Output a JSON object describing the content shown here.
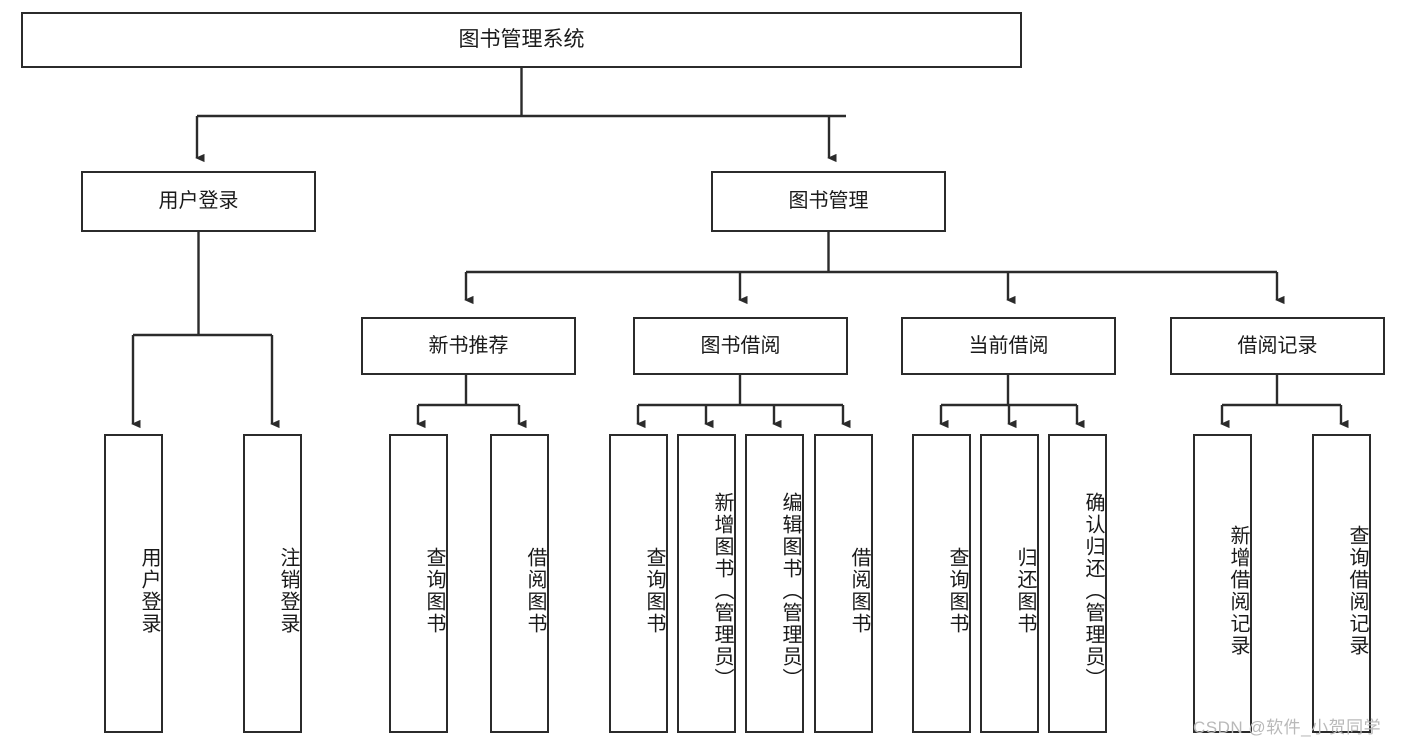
{
  "diagram": {
    "title": "图书管理系统",
    "type": "tree-hierarchy-chart",
    "colors": {
      "box_border": "#2b2b2b",
      "box_fill": "#ffffff",
      "connector": "#2b2b2b",
      "text": "#1a1a1a",
      "watermark": "#b9b9b9",
      "background": "#ffffff"
    },
    "root": {
      "label": "图书管理系统"
    },
    "level2": [
      {
        "label": "用户登录"
      },
      {
        "label": "图书管理"
      }
    ],
    "level3": [
      {
        "label": "新书推荐"
      },
      {
        "label": "图书借阅"
      },
      {
        "label": "当前借阅"
      },
      {
        "label": "借阅记录"
      }
    ],
    "leaves": {
      "user_login": [
        {
          "label": "用户登录"
        },
        {
          "label": "注销登录"
        }
      ],
      "new_book_recommend": [
        {
          "label": "查询图书"
        },
        {
          "label": "借阅图书"
        }
      ],
      "book_borrow": [
        {
          "label": "查询图书"
        },
        {
          "label": "新增图书（管理员）"
        },
        {
          "label": "编辑图书（管理员）"
        },
        {
          "label": "借阅图书"
        }
      ],
      "current_borrow": [
        {
          "label": "查询图书"
        },
        {
          "label": "归还图书"
        },
        {
          "label": "确认归还（管理员）"
        }
      ],
      "borrow_record": [
        {
          "label": "新增借阅记录"
        },
        {
          "label": "查询借阅记录"
        }
      ]
    }
  },
  "watermark": {
    "text": "CSDN @软件_小贺同学"
  }
}
